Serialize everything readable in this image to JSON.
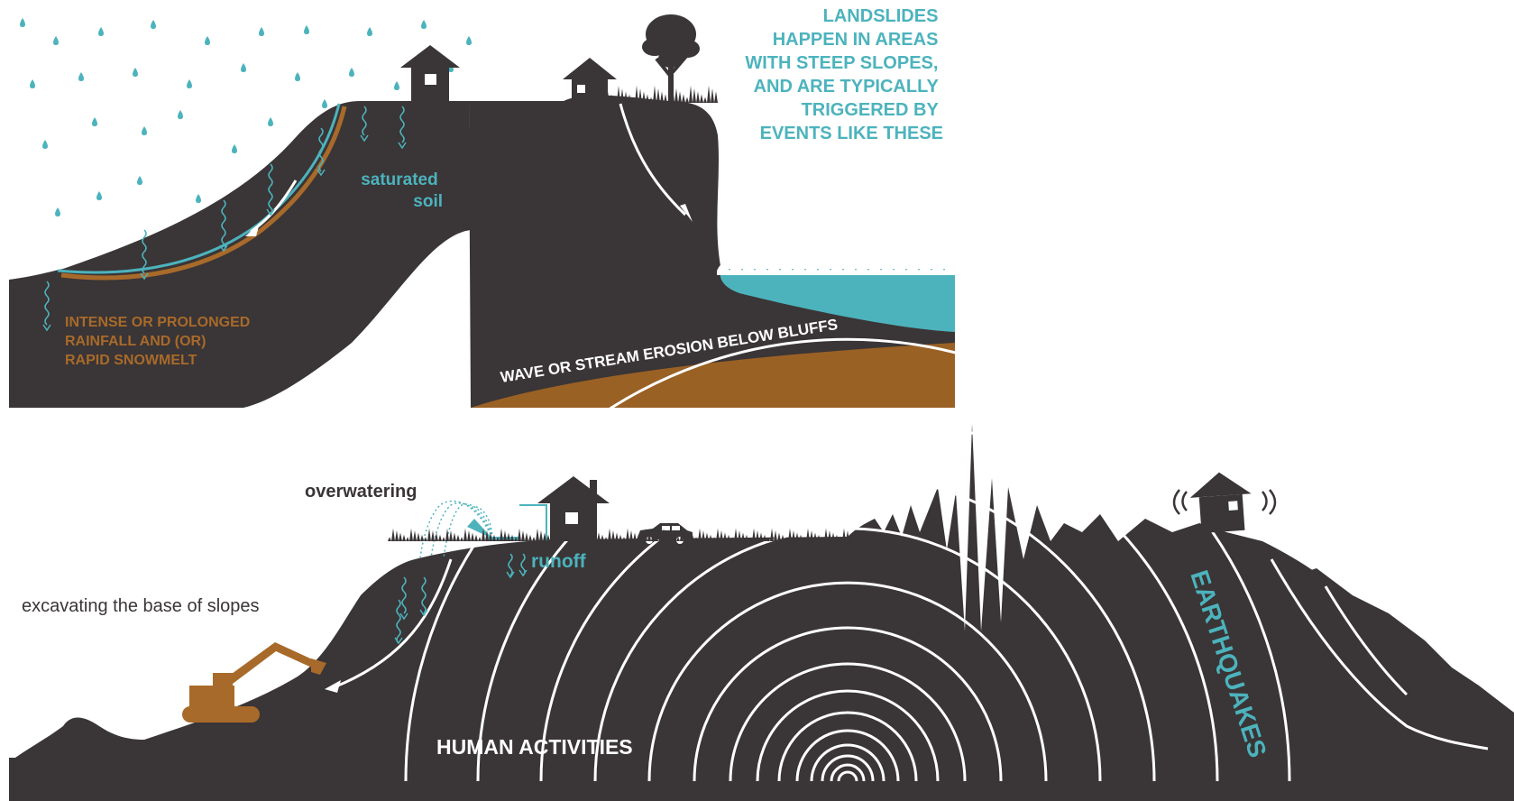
{
  "colors": {
    "ground": "#3a3536",
    "teal": "#4cb3bd",
    "brown": "#a86a2a",
    "soil": "#9a6125",
    "background": "#ffffff"
  },
  "intro": [
    "LANDSLIDES",
    "HAPPEN IN AREAS",
    "WITH STEEP SLOPES,",
    "AND ARE TYPICALLY",
    "TRIGGERED BY",
    "EVENTS LIKE THESE"
  ],
  "panel_rain": {
    "saturated_soil": [
      "saturated",
      "soil"
    ],
    "trigger_label": [
      "INTENSE OR PROLONGED",
      "RAINFALL AND (OR)",
      "RAPID SNOWMELT"
    ]
  },
  "panel_erosion": {
    "label": "WAVE OR STREAM EROSION BELOW BLUFFS"
  },
  "panel_human": {
    "overwatering": "overwatering",
    "runoff": "runoff",
    "excavating": "excavating the base of slopes",
    "label": "HUMAN ACTIVITIES"
  },
  "panel_quake": {
    "label": "EARTHQUAKES"
  },
  "icons": [
    "raindrop-icon",
    "house-icon",
    "tree-icon",
    "car-icon",
    "excavator-icon",
    "sprinkler-icon",
    "seismic-wave-icon"
  ]
}
